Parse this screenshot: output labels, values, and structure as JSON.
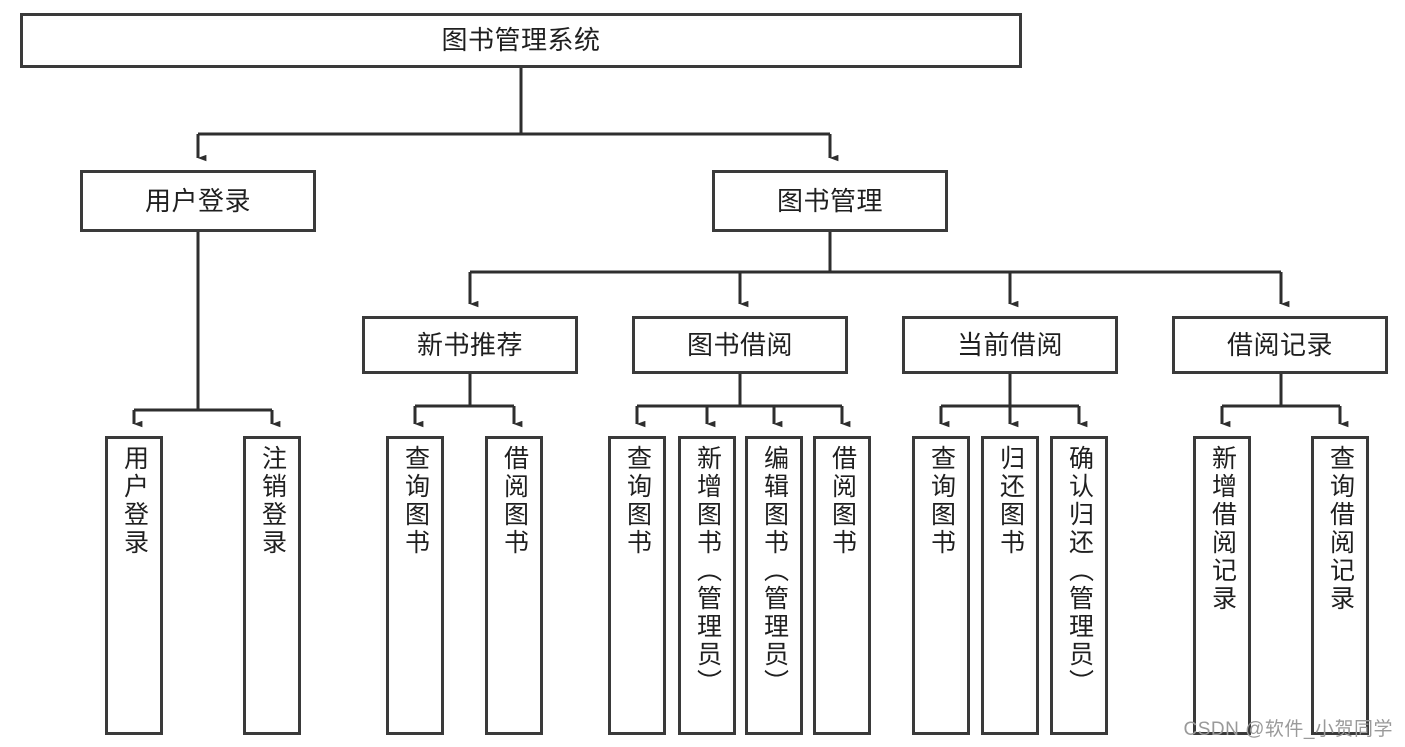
{
  "diagram": {
    "type": "tree-hierarchy-chart",
    "title": "图书管理系统",
    "line_color": "#3a3a3a",
    "box_fill": "#ffffff",
    "text_color": "#1f1f1f",
    "levels": {
      "root": {
        "label": "图书管理系统"
      },
      "level2": [
        {
          "id": "user-login",
          "label": "用户登录"
        },
        {
          "id": "book-management",
          "label": "图书管理"
        }
      ],
      "level3": [
        {
          "id": "new-book-recommend",
          "label": "新书推荐"
        },
        {
          "id": "book-borrow",
          "label": "图书借阅"
        },
        {
          "id": "current-borrow",
          "label": "当前借阅"
        },
        {
          "id": "borrow-record",
          "label": "借阅记录"
        }
      ],
      "leaves": {
        "user_login": [
          {
            "id": "leaf-user-login",
            "label": "用户登录"
          },
          {
            "id": "leaf-logout-login",
            "label": "注销登录"
          }
        ],
        "new_book_recommend": [
          {
            "id": "leaf-query-book-1",
            "label": "查询图书"
          },
          {
            "id": "leaf-borrow-book-1",
            "label": "借阅图书"
          }
        ],
        "book_borrow": [
          {
            "id": "leaf-query-book-2",
            "label": "查询图书"
          },
          {
            "id": "leaf-add-book",
            "label": "新增图书（管理员）"
          },
          {
            "id": "leaf-edit-book",
            "label": "编辑图书（管理员）"
          },
          {
            "id": "leaf-borrow-book-2",
            "label": "借阅图书"
          }
        ],
        "current_borrow": [
          {
            "id": "leaf-query-book-3",
            "label": "查询图书"
          },
          {
            "id": "leaf-return-book",
            "label": "归还图书"
          },
          {
            "id": "leaf-confirm-return",
            "label": "确认归还（管理员）"
          }
        ],
        "borrow_record": [
          {
            "id": "leaf-add-borrow-record",
            "label": "新增借阅记录"
          },
          {
            "id": "leaf-query-borrow-record",
            "label": "查询借阅记录"
          }
        ]
      }
    }
  },
  "watermark": {
    "text": "CSDN @软件_小贺同学"
  }
}
